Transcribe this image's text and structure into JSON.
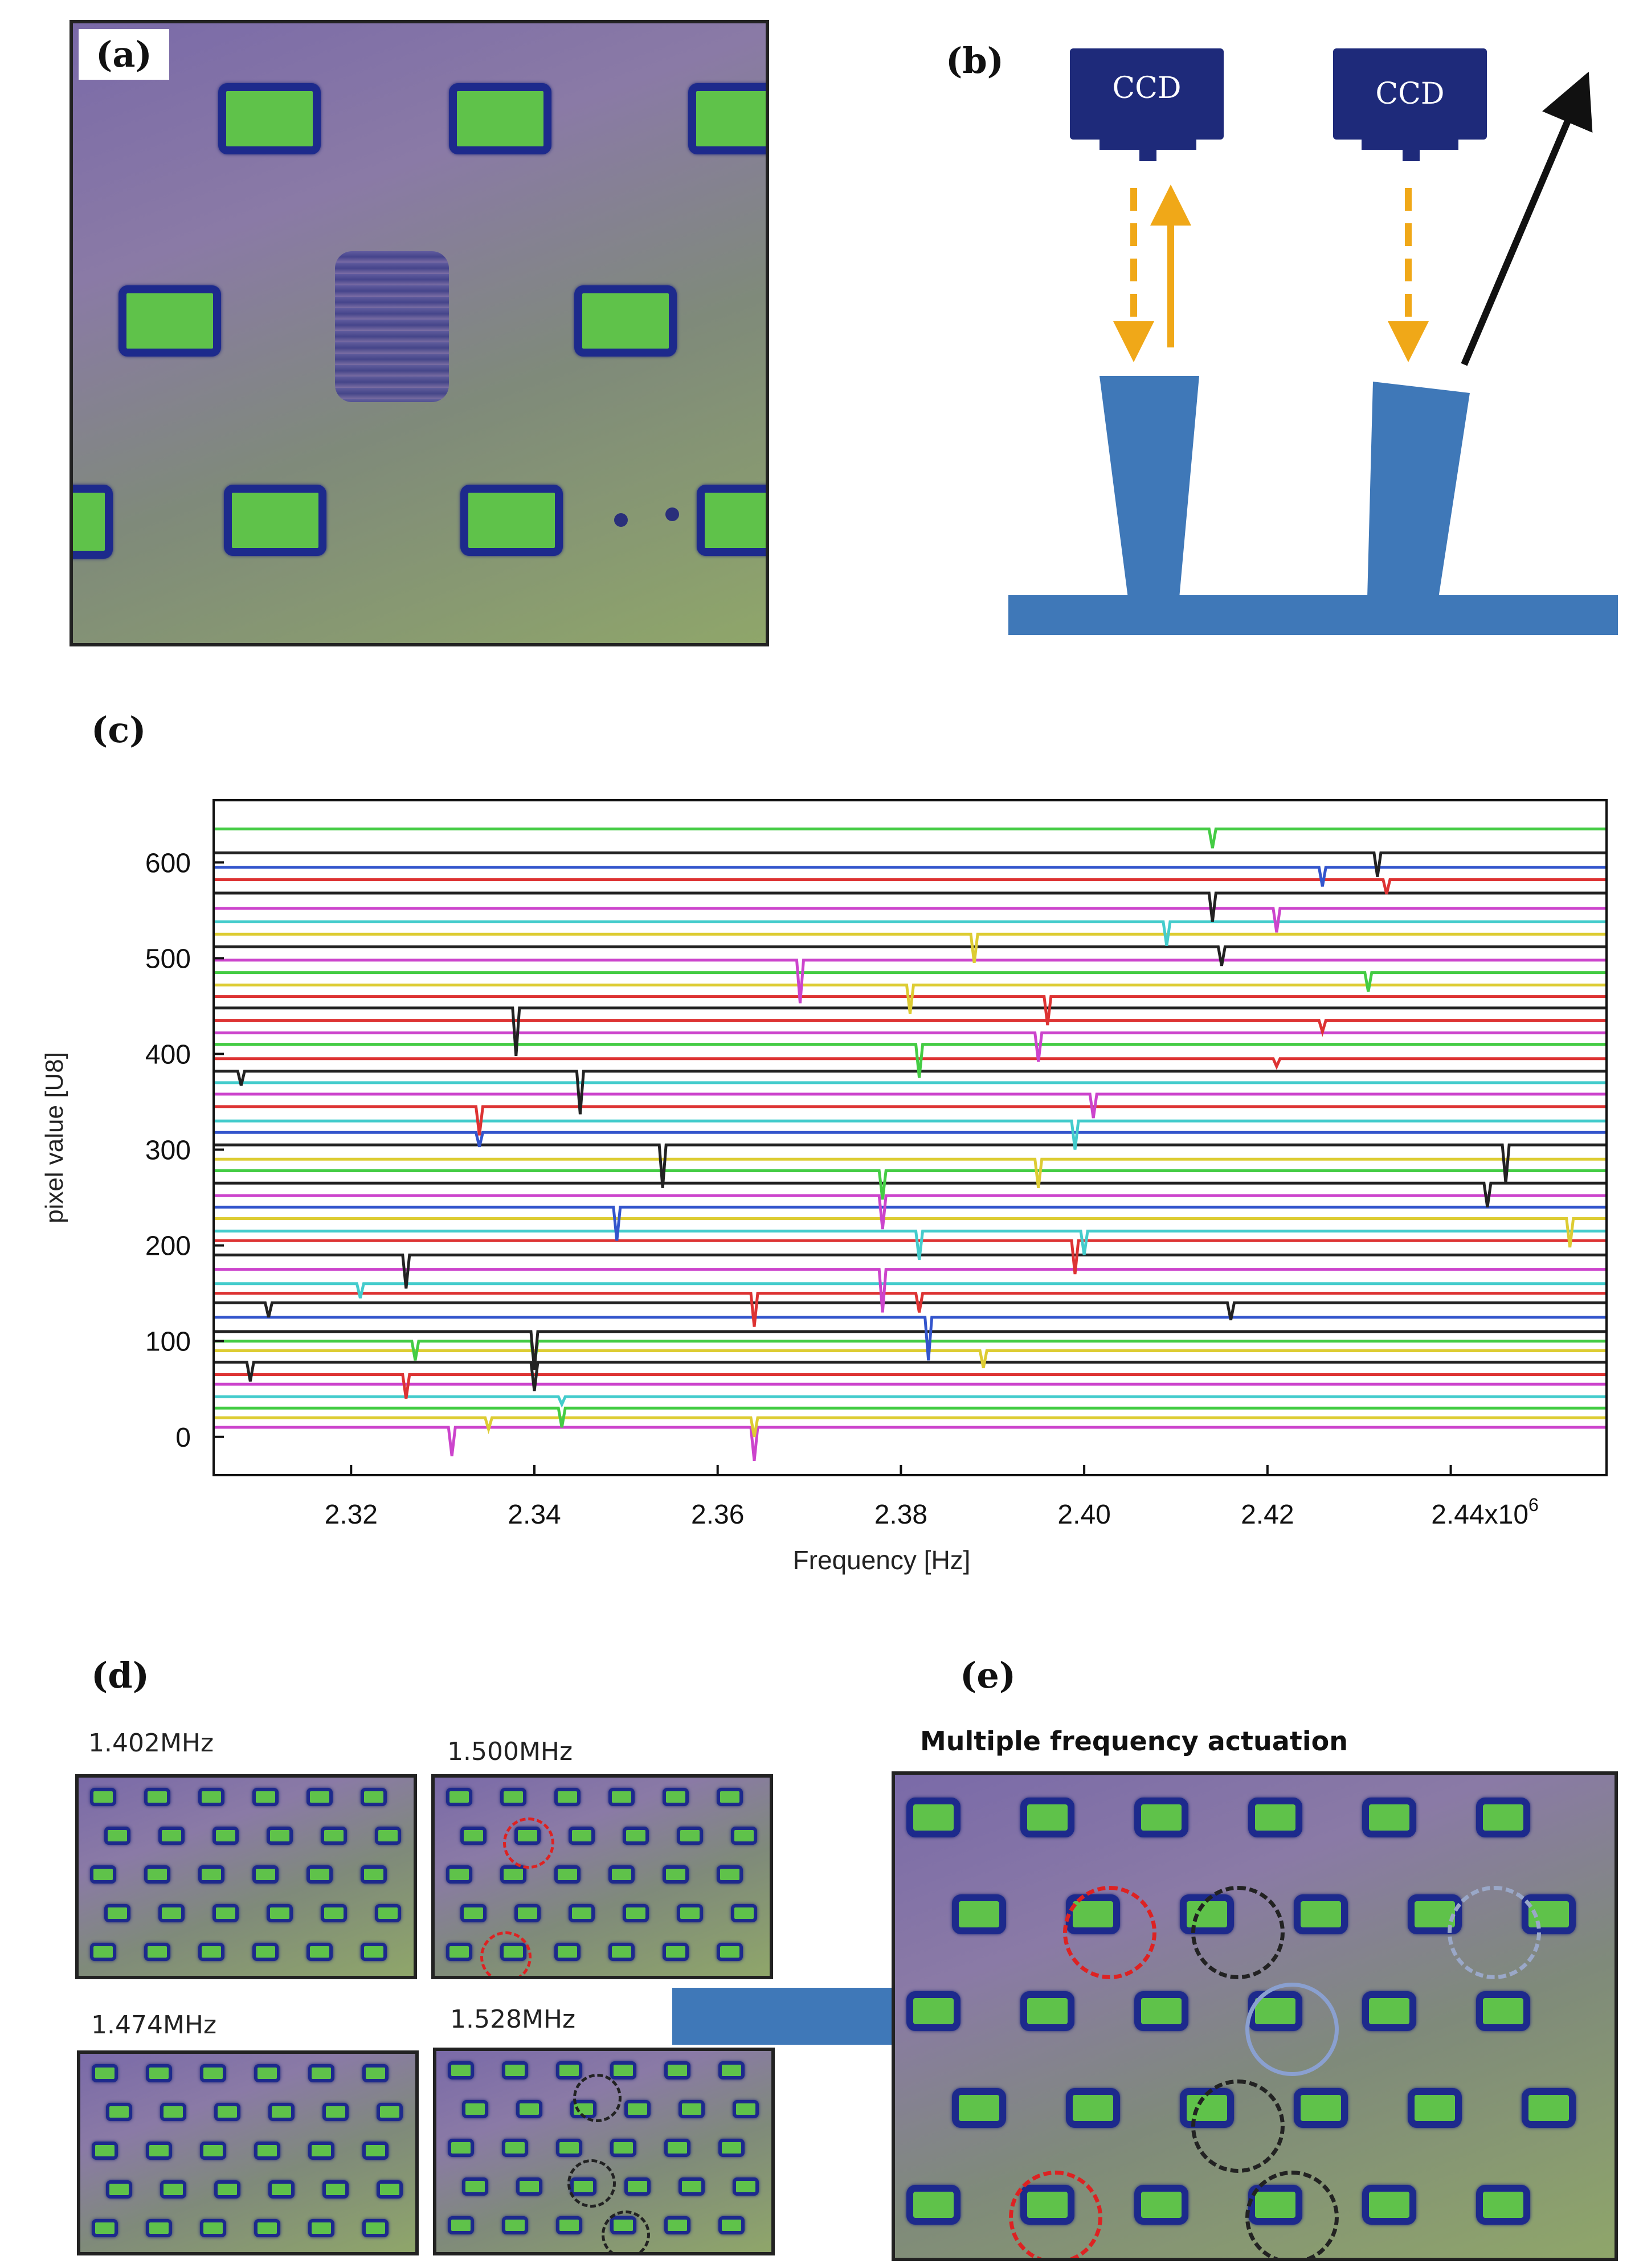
{
  "panels": {
    "a": {
      "label": "(a)"
    },
    "b": {
      "label": "(b)",
      "ccd_left": "CCD",
      "ccd_right": "CCD"
    },
    "c": {
      "label": "(c)"
    },
    "d": {
      "label": "(d)",
      "freqs": [
        "1.402MHz",
        "1.500MHz",
        "1.474MHz",
        "1.528MHz"
      ]
    },
    "e": {
      "label": "(e)",
      "title": "Multiple frequency actuation"
    }
  },
  "chart_data": {
    "type": "line",
    "xlabel": "Frequency [Hz]",
    "ylabel": "pixel value [U8]",
    "xlim": [
      2.305,
      2.457
    ],
    "ylim": [
      -40,
      665
    ],
    "x_ticks": [
      "2.32",
      "2.34",
      "2.36",
      "2.38",
      "2.40",
      "2.42",
      "2.44x10"
    ],
    "x_tick_values": [
      2.32,
      2.34,
      2.36,
      2.38,
      2.4,
      2.42,
      2.44
    ],
    "x_exponent": "6",
    "y_ticks": [
      "0",
      "100",
      "200",
      "300",
      "400",
      "500",
      "600"
    ],
    "y_tick_values": [
      0,
      100,
      200,
      300,
      400,
      500,
      600
    ],
    "series": [
      {
        "color": "#cc44cc",
        "baseline": 10,
        "dips": [
          [
            2.331,
            30
          ],
          [
            2.364,
            35
          ]
        ]
      },
      {
        "color": "#ddcc33",
        "baseline": 20,
        "dips": [
          [
            2.335,
            12
          ],
          [
            2.364,
            20
          ]
        ]
      },
      {
        "color": "#44cc44",
        "baseline": 30,
        "dips": [
          [
            2.343,
            20
          ]
        ]
      },
      {
        "color": "#44cccc",
        "baseline": 42,
        "dips": [
          [
            2.343,
            8
          ]
        ]
      },
      {
        "color": "#cc44cc",
        "baseline": 55,
        "dips": []
      },
      {
        "color": "#dd3333",
        "baseline": 65,
        "dips": [
          [
            2.326,
            25
          ]
        ]
      },
      {
        "color": "#222222",
        "baseline": 78,
        "dips": [
          [
            2.309,
            20
          ],
          [
            2.34,
            30
          ]
        ]
      },
      {
        "color": "#ddcc33",
        "baseline": 90,
        "dips": [
          [
            2.389,
            18
          ]
        ]
      },
      {
        "color": "#44cc44",
        "baseline": 100,
        "dips": [
          [
            2.327,
            20
          ],
          [
            2.34,
            25
          ]
        ]
      },
      {
        "color": "#222222",
        "baseline": 110,
        "dips": [
          [
            2.34,
            40
          ]
        ]
      },
      {
        "color": "#3355cc",
        "baseline": 125,
        "dips": [
          [
            2.383,
            45
          ]
        ]
      },
      {
        "color": "#222222",
        "baseline": 140,
        "dips": [
          [
            2.311,
            15
          ],
          [
            2.416,
            18
          ]
        ]
      },
      {
        "color": "#dd3333",
        "baseline": 150,
        "dips": [
          [
            2.364,
            35
          ],
          [
            2.382,
            20
          ]
        ]
      },
      {
        "color": "#44cccc",
        "baseline": 160,
        "dips": [
          [
            2.321,
            15
          ]
        ]
      },
      {
        "color": "#cc44cc",
        "baseline": 175,
        "dips": [
          [
            2.378,
            45
          ]
        ]
      },
      {
        "color": "#222222",
        "baseline": 190,
        "dips": [
          [
            2.326,
            35
          ]
        ]
      },
      {
        "color": "#dd3333",
        "baseline": 205,
        "dips": [
          [
            2.399,
            35
          ]
        ]
      },
      {
        "color": "#44cccc",
        "baseline": 215,
        "dips": [
          [
            2.382,
            30
          ],
          [
            2.4,
            25
          ]
        ]
      },
      {
        "color": "#ddcc33",
        "baseline": 228,
        "dips": [
          [
            2.453,
            30
          ]
        ]
      },
      {
        "color": "#3355cc",
        "baseline": 240,
        "dips": [
          [
            2.349,
            35
          ]
        ]
      },
      {
        "color": "#cc44cc",
        "baseline": 252,
        "dips": [
          [
            2.378,
            35
          ]
        ]
      },
      {
        "color": "#222222",
        "baseline": 265,
        "dips": [
          [
            2.444,
            25
          ]
        ]
      },
      {
        "color": "#44cc44",
        "baseline": 278,
        "dips": [
          [
            2.378,
            30
          ]
        ]
      },
      {
        "color": "#ddcc33",
        "baseline": 290,
        "dips": [
          [
            2.395,
            30
          ]
        ]
      },
      {
        "color": "#222222",
        "baseline": 305,
        "dips": [
          [
            2.354,
            45
          ],
          [
            2.446,
            40
          ]
        ]
      },
      {
        "color": "#3355cc",
        "baseline": 318,
        "dips": [
          [
            2.334,
            15
          ]
        ]
      },
      {
        "color": "#44cccc",
        "baseline": 330,
        "dips": [
          [
            2.399,
            30
          ]
        ]
      },
      {
        "color": "#dd3333",
        "baseline": 345,
        "dips": [
          [
            2.334,
            30
          ]
        ]
      },
      {
        "color": "#cc44cc",
        "baseline": 358,
        "dips": [
          [
            2.401,
            25
          ]
        ]
      },
      {
        "color": "#44cccc",
        "baseline": 370,
        "dips": []
      },
      {
        "color": "#222222",
        "baseline": 382,
        "dips": [
          [
            2.308,
            15
          ],
          [
            2.345,
            45
          ]
        ]
      },
      {
        "color": "#dd3333",
        "baseline": 395,
        "dips": [
          [
            2.421,
            8
          ]
        ]
      },
      {
        "color": "#44cc44",
        "baseline": 410,
        "dips": [
          [
            2.382,
            35
          ]
        ]
      },
      {
        "color": "#cc44cc",
        "baseline": 422,
        "dips": [
          [
            2.395,
            30
          ]
        ]
      },
      {
        "color": "#dd3333",
        "baseline": 435,
        "dips": [
          [
            2.426,
            12
          ]
        ]
      },
      {
        "color": "#222222",
        "baseline": 448,
        "dips": [
          [
            2.338,
            50
          ]
        ]
      },
      {
        "color": "#dd3333",
        "baseline": 460,
        "dips": [
          [
            2.396,
            30
          ]
        ]
      },
      {
        "color": "#ddcc33",
        "baseline": 472,
        "dips": [
          [
            2.381,
            30
          ]
        ]
      },
      {
        "color": "#44cc44",
        "baseline": 485,
        "dips": [
          [
            2.431,
            20
          ]
        ]
      },
      {
        "color": "#cc44cc",
        "baseline": 498,
        "dips": [
          [
            2.369,
            45
          ]
        ]
      },
      {
        "color": "#222222",
        "baseline": 512,
        "dips": [
          [
            2.415,
            20
          ]
        ]
      },
      {
        "color": "#ddcc33",
        "baseline": 525,
        "dips": [
          [
            2.388,
            30
          ]
        ]
      },
      {
        "color": "#44cccc",
        "baseline": 538,
        "dips": [
          [
            2.409,
            25
          ]
        ]
      },
      {
        "color": "#cc44cc",
        "baseline": 552,
        "dips": [
          [
            2.421,
            25
          ]
        ]
      },
      {
        "color": "#222222",
        "baseline": 568,
        "dips": [
          [
            2.414,
            30
          ]
        ]
      },
      {
        "color": "#dd3333",
        "baseline": 582,
        "dips": [
          [
            2.433,
            15
          ]
        ]
      },
      {
        "color": "#3355cc",
        "baseline": 595,
        "dips": [
          [
            2.426,
            20
          ]
        ]
      },
      {
        "color": "#222222",
        "baseline": 610,
        "dips": [
          [
            2.432,
            25
          ]
        ]
      },
      {
        "color": "#44cc44",
        "baseline": 635,
        "dips": [
          [
            2.414,
            20
          ]
        ]
      }
    ]
  }
}
